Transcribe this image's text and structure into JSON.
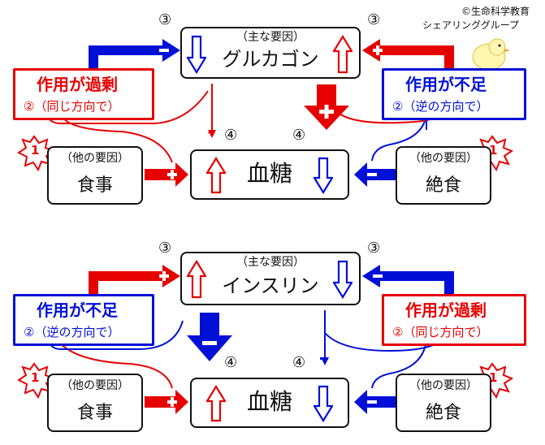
{
  "credit": {
    "org": "©生命科学教育",
    "group": "シェアリンググループ"
  },
  "colors": {
    "red": "#e60000",
    "blue": "#0010d6",
    "black": "#111111"
  },
  "top": {
    "hormone_caption": "（主な要因）",
    "hormone": "グルカゴン",
    "center": "血糖",
    "left_factor_caption": "（他の要因）",
    "left_factor": "食事",
    "right_factor_caption": "（他の要因）",
    "right_factor": "絶食",
    "left_condition_title": "作用が過剰",
    "left_condition_sub": "②（同じ方向で）",
    "right_condition_title": "作用が不足",
    "right_condition_sub": "②（逆の方向で）",
    "markers": {
      "m3_left": "③",
      "m3_right": "③",
      "m4_left": "④",
      "m4_right": "④",
      "m1_left": "1",
      "m1_right": "1"
    }
  },
  "bottom": {
    "hormone_caption": "（主な要因）",
    "hormone": "インスリン",
    "center": "血糖",
    "left_factor_caption": "（他の要因）",
    "left_factor": "食事",
    "right_factor_caption": "（他の要因）",
    "right_factor": "絶食",
    "left_condition_title": "作用が不足",
    "left_condition_sub": "②（逆の方向で）",
    "right_condition_title": "作用が過剰",
    "right_condition_sub": "②（同じ方向で）",
    "markers": {
      "m3_left": "③",
      "m3_right": "③",
      "m4_left": "④",
      "m4_right": "④",
      "m1_left": "1",
      "m1_right": "1"
    }
  },
  "icons": {
    "up_outline_arrow": "up-arrow-outline",
    "down_outline_arrow": "down-arrow-outline",
    "plus_sign": "plus",
    "minus_sign": "minus",
    "burst_star": "burst-star",
    "chick_mascot": "chick-mascot"
  }
}
